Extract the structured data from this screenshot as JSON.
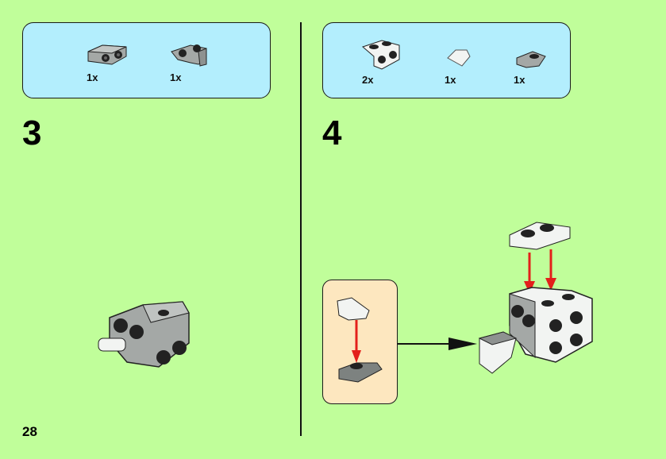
{
  "page_number": "28",
  "steps": [
    {
      "number": "3",
      "parts": [
        {
          "name": "gray-bracket-plate-1x2",
          "qty": "1x"
        },
        {
          "name": "gray-plate-with-clip",
          "qty": "1x"
        }
      ]
    },
    {
      "number": "4",
      "parts": [
        {
          "name": "white-bracket-plate-1x2",
          "qty": "2x"
        },
        {
          "name": "white-slope-tile",
          "qty": "1x"
        },
        {
          "name": "gray-plate-with-clip",
          "qty": "1x"
        }
      ]
    }
  ],
  "colors": {
    "background": "#c0fe9a",
    "parts_box": "#b3eefd",
    "subassembly_box": "#fde7bf",
    "arrow_red": "#e3201b",
    "brick_gray": "#a4a8a6",
    "brick_white": "#f2f4f2"
  }
}
